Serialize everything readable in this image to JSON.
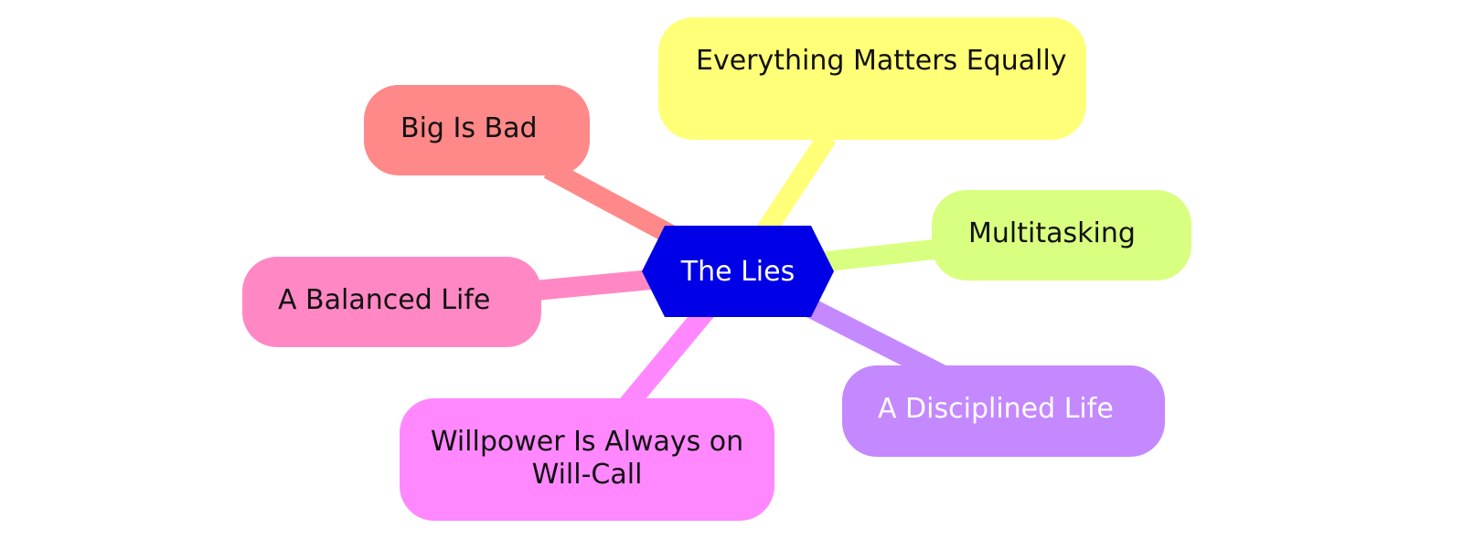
{
  "center": {
    "label": "The Lies",
    "color": "#0000e6",
    "text_color": "#ffffff"
  },
  "branches": [
    {
      "label": "Everything Matters Equally",
      "color": "#ffff78",
      "text_color": "#111111"
    },
    {
      "label": "Big Is Bad",
      "color": "#ff8888",
      "text_color": "#111111"
    },
    {
      "label": "Multitasking",
      "color": "#d9ff80",
      "text_color": "#111111"
    },
    {
      "label": "A Balanced Life",
      "color": "#ff88c4",
      "text_color": "#111111"
    },
    {
      "label": "A Disciplined Life",
      "color": "#c488ff",
      "text_color": "#ffffff"
    },
    {
      "label": "Willpower Is Always on Will-Call",
      "color": "#ff88ff",
      "text_color": "#111111"
    }
  ]
}
